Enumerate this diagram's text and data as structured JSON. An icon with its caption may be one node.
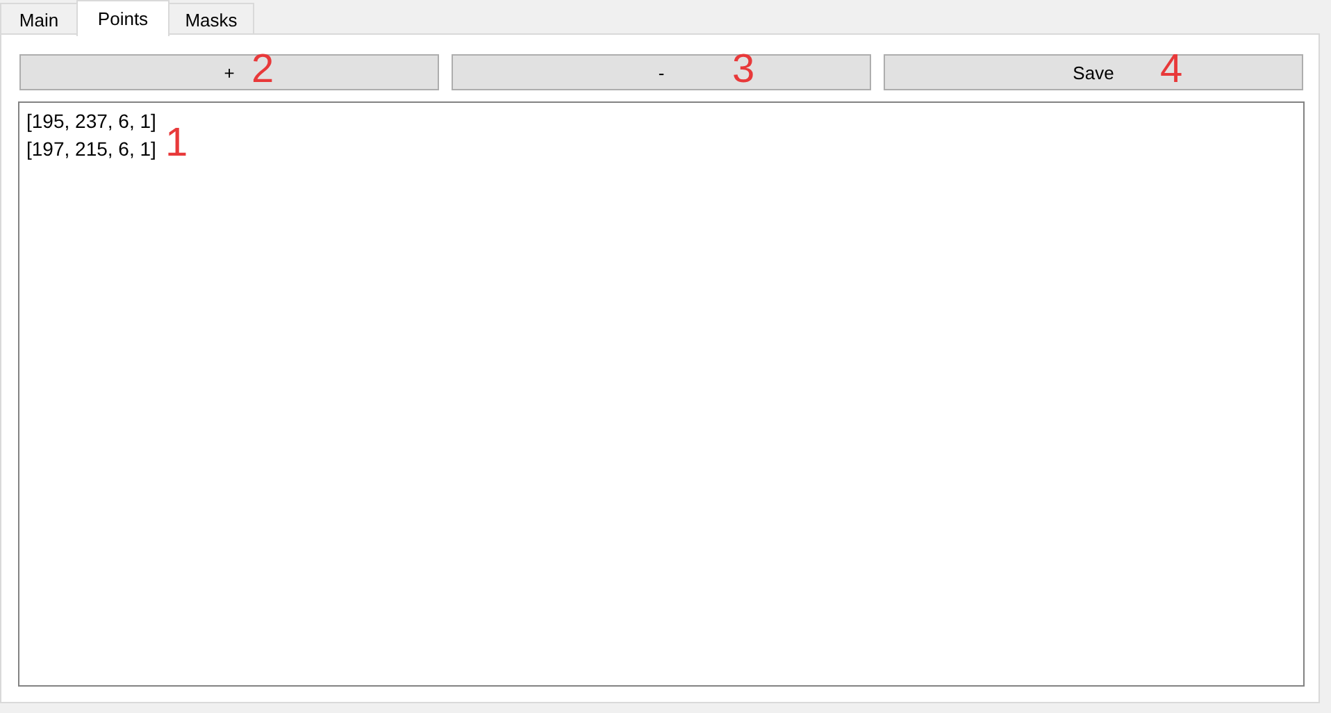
{
  "diagram": {
    "nodes": [
      {
        "text": [
          "Main"
        ]
      },
      {
        "text": [
          "Points"
        ]
      },
      {
        "text": [
          "Masks"
        ]
      },
      {
        "text": [],
        "shape": "box"
      },
      {
        "text": [
          "+"
        ],
        "in": 3
      },
      {
        "text": [
          "-"
        ],
        "in": 3
      },
      {
        "text": [
          "Save"
        ],
        "in": 3
      },
      {
        "text": [
          "[195, 237, 6, 1]",
          "[197, 215, 6, 1]"
        ],
        "in": 3
      }
    ],
    "edges": [],
    "labels": [
      "2",
      "3",
      "4",
      "1"
    ]
  }
}
